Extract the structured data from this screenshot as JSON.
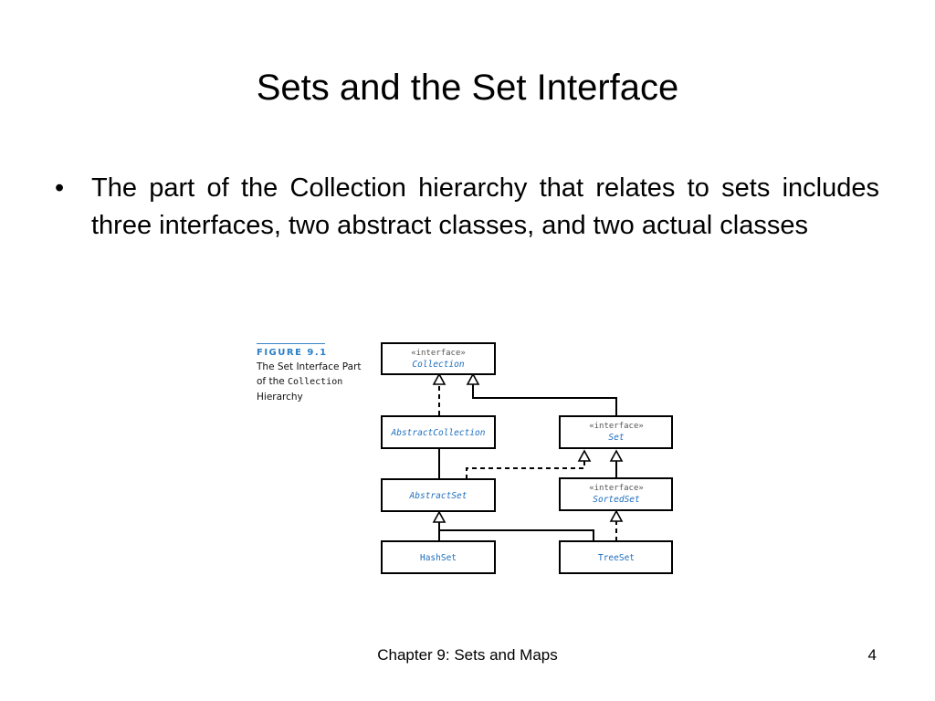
{
  "slide": {
    "title": "Sets and the Set Interface",
    "bullet_symbol": "•",
    "bullet_text": "The part of the Collection hierarchy that relates to sets includes three interfaces, two abstract classes, and two actual classes"
  },
  "figure": {
    "label": "FIGURE 9.1",
    "caption_line1": "The Set Interface Part",
    "caption_line2_prefix": "of the ",
    "caption_line2_code": "Collection",
    "caption_line3": "Hierarchy",
    "nodes": {
      "collection": {
        "stereotype": "«interface»",
        "name": "Collection"
      },
      "abstract_collection": {
        "name": "AbstractCollection"
      },
      "set": {
        "stereotype": "«interface»",
        "name": "Set"
      },
      "abstract_set": {
        "name": "AbstractSet"
      },
      "sorted_set": {
        "stereotype": "«interface»",
        "name": "SortedSet"
      },
      "hash_set": {
        "name": "HashSet"
      },
      "tree_set": {
        "name": "TreeSet"
      }
    },
    "relations": [
      {
        "from": "AbstractCollection",
        "to": "Collection",
        "kind": "implements"
      },
      {
        "from": "Set",
        "to": "Collection",
        "kind": "extends"
      },
      {
        "from": "AbstractSet",
        "to": "Set",
        "kind": "implements"
      },
      {
        "from": "SortedSet",
        "to": "Set",
        "kind": "extends"
      },
      {
        "from": "HashSet",
        "to": "AbstractSet",
        "kind": "extends"
      },
      {
        "from": "TreeSet",
        "to": "AbstractSet",
        "kind": "extends"
      },
      {
        "from": "TreeSet",
        "to": "SortedSet",
        "kind": "implements"
      }
    ]
  },
  "footer": {
    "chapter": "Chapter 9: Sets and Maps",
    "page": "4"
  }
}
